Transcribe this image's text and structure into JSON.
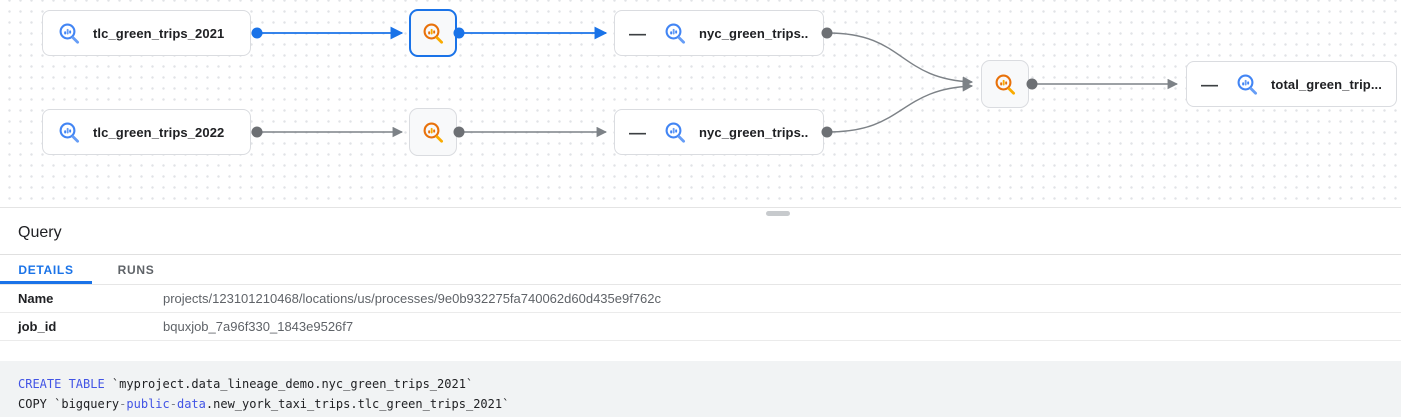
{
  "graph": {
    "collapse_glyph": "—",
    "node_tlc_2021": "tlc_green_trips_2021",
    "node_tlc_2022": "tlc_green_trips_2022",
    "node_nyc_2021": "nyc_green_trips...",
    "node_nyc_2022": "nyc_green_trips...",
    "node_total": "total_green_trip..."
  },
  "panel": {
    "title": "Query",
    "tabs": {
      "details": "DETAILS",
      "runs": "RUNS"
    },
    "fields": [
      {
        "label": "Name",
        "value": "projects/123101210468/locations/us/processes/9e0b932275fa740062d60d435e9f762c"
      },
      {
        "label": "job_id",
        "value": "bquxjob_7a96f330_1843e9526f7"
      }
    ],
    "sql": {
      "l1_kw": "CREATE TABLE",
      "l1_rest": " `myproject.data_lineage_demo.nyc_green_trips_2021`",
      "l2_p1": "COPY `bigquery",
      "l2_h1": "-",
      "l2_kw1": "public",
      "l2_h2": "-",
      "l2_kw2": "data",
      "l2_rest": ".new_york_taxi_trips.tlc_green_trips_2021`"
    }
  },
  "colors": {
    "accent_blue": "#1a73e8",
    "edge_gray": "#7d8287",
    "table_icon_blue": "#4285f4",
    "process_icon_orange": "#e8710a",
    "sql_keyword": "#4254e5",
    "code_background": "#f1f3f4"
  }
}
